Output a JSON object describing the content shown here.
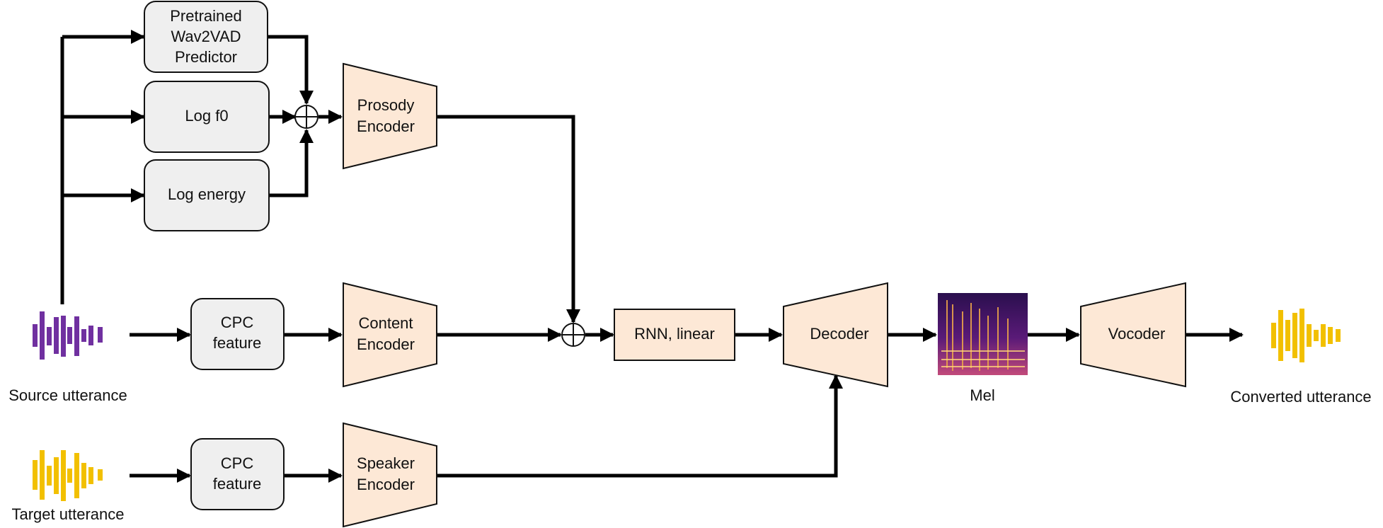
{
  "colors": {
    "feature_box_fill": "#efefef",
    "module_fill": "#fde8d6",
    "source_wave": "#7030a0",
    "target_wave": "#f2c000",
    "converted_wave": "#f2c000",
    "arrow": "#000000"
  },
  "blocks": {
    "wav2vad": [
      "Pretrained",
      "Wav2VAD",
      "Predictor"
    ],
    "log_f0": "Log f0",
    "log_energy": "Log energy",
    "prosody_encoder": [
      "Prosody",
      "Encoder"
    ],
    "cpc_source": [
      "CPC",
      "feature"
    ],
    "content_encoder": [
      "Content",
      "Encoder"
    ],
    "rnn_linear": "RNN, linear",
    "decoder": "Decoder",
    "vocoder": "Vocoder",
    "cpc_target": [
      "CPC",
      "feature"
    ],
    "speaker_encoder": [
      "Speaker",
      "Encoder"
    ]
  },
  "captions": {
    "source": "Source utterance",
    "target": "Target utterance",
    "mel": "Mel",
    "converted": "Converted utterance"
  },
  "icons": {
    "source_wave": "waveform-icon",
    "target_wave": "waveform-icon",
    "converted_wave": "waveform-icon",
    "mel": "mel-spectrogram-icon",
    "sum": "circled-plus-icon"
  }
}
